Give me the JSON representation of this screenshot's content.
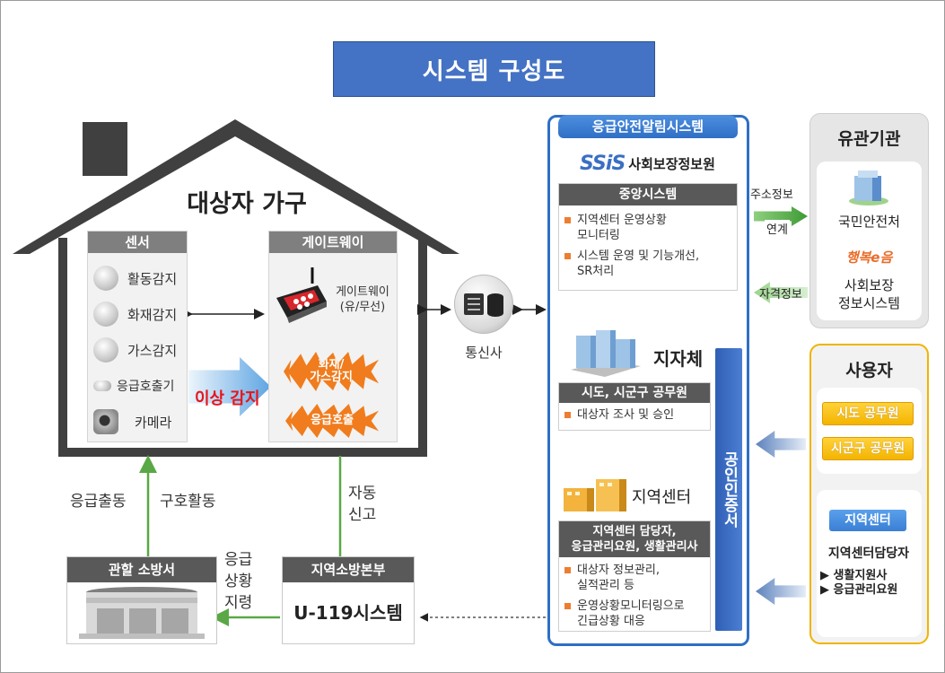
{
  "title": "시스템 구성도",
  "household": {
    "title": "대상자 가구",
    "sensor_panel": {
      "header": "센서",
      "items": [
        {
          "label": "활동감지",
          "icon": "motion-sensor-icon"
        },
        {
          "label": "화재감지",
          "icon": "fire-sensor-icon"
        },
        {
          "label": "가스감지",
          "icon": "gas-sensor-icon"
        },
        {
          "label": "응급호출기",
          "icon": "emergency-caller-icon"
        },
        {
          "label": "카메라",
          "icon": "camera-icon"
        }
      ]
    },
    "gateway_panel": {
      "header": "게이트웨이",
      "device_label_line1": "게이트웨이",
      "device_label_line2": "(유/무선)",
      "burst_fire_line1": "화재/",
      "burst_fire_line2": "가스감지",
      "burst_call": "응급호출"
    },
    "anomaly_label": "이상 감지"
  },
  "carrier": {
    "label": "통신사"
  },
  "emergency_system": {
    "header": "응급안전알림시스템",
    "ssis_logo": "SSiS",
    "ssis_name": "사회보장정보원",
    "central": {
      "header": "중앙시스템",
      "bullets": [
        {
          "line1": "지역센터 운영상황",
          "line2": "모니터링"
        },
        {
          "line1": "시스템 운영 및 기능개선,",
          "line2": "SR처리"
        }
      ]
    },
    "local_gov": {
      "label": "지자체",
      "header": "시도, 시군구 공무원",
      "bullets": [
        "대상자 조사 및 승인"
      ]
    },
    "regional_center": {
      "label": "지역센터",
      "header_line1": "지역센터 담당자,",
      "header_line2": "응급관리요원, 생활관리사",
      "bullets": [
        {
          "line1": "대상자 정보관리,",
          "line2": "실적관리 등"
        },
        {
          "line1": "운영상황모니터링으로",
          "line2": "긴급상황 대응"
        }
      ]
    },
    "certificate": "공인인증서"
  },
  "related_agencies": {
    "header": "유관기관",
    "address_info": "주소정보",
    "link": "연계",
    "qualification_info": "자격정보",
    "agency1": "국민안전처",
    "agency2_logo": "행복e음",
    "agency2_line1": "사회보장",
    "agency2_line2": "정보시스템"
  },
  "users": {
    "header": "사용자",
    "btn_province": "시도 공무원",
    "btn_city": "시군구 공무원",
    "btn_center": "지역센터",
    "center_manager": "지역센터담당자",
    "roles": [
      "▶ 생활지원사",
      "▶ 응급관리요원"
    ]
  },
  "fire_station": {
    "header": "관할 소방서",
    "dispatch": "응급출동",
    "rescue": "구호활동"
  },
  "fire_hq": {
    "header": "지역소방본부",
    "system": "U-119시스템",
    "auto_report_line1": "자동",
    "auto_report_line2": "신고",
    "order_line1": "응급",
    "order_line2": "상황",
    "order_line3": "지령"
  },
  "colors": {
    "title_blue": "#4472c4",
    "system_blue": "#2f6fc5",
    "alert_orange": "#f07c1d",
    "anomaly_red": "#e8141b",
    "link_green": "#3d9a34",
    "user_yellow": "#f4b400"
  }
}
